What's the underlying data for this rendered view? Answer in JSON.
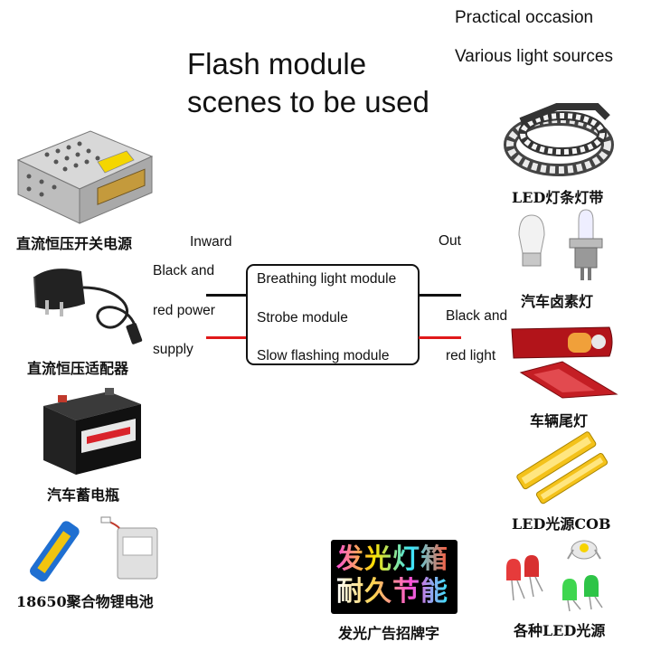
{
  "title": {
    "line1": "Flash module",
    "line2": "scenes to be used"
  },
  "header": {
    "line1": "Practical occasion",
    "line2": "Various light sources"
  },
  "input": {
    "heading": "Inward",
    "line1": "Black and",
    "line2": "red power",
    "line3": "supply"
  },
  "output": {
    "heading": "Out",
    "line1": "Black and",
    "line2": "red light"
  },
  "modules": [
    "Breathing light module",
    "Strobe module",
    "Slow flashing module"
  ],
  "sources_left": [
    {
      "caption": "直流恒压开关电源",
      "icon": "switching-power-supply-icon"
    },
    {
      "caption": "直流恒压适配器",
      "icon": "power-adapter-icon"
    },
    {
      "caption": "汽车蓄电瓶",
      "icon": "car-battery-icon"
    },
    {
      "caption": "18650聚合物锂电池",
      "icon": "lithium-battery-icon"
    }
  ],
  "lights_right": [
    {
      "caption": "LED灯条灯带",
      "icon": "led-strip-icon"
    },
    {
      "caption": "汽车卤素灯",
      "icon": "halogen-bulb-icon"
    },
    {
      "caption": "车辆尾灯",
      "icon": "tail-light-icon"
    },
    {
      "caption": "LED光源COB",
      "icon": "cob-led-icon"
    },
    {
      "caption": "各种LED光源",
      "icon": "led-diodes-icon"
    }
  ],
  "signboard": {
    "line1": "发光灯箱",
    "line2": "耐久节能",
    "caption": "发光广告招牌字",
    "icon": "lightbox-sign-icon"
  },
  "colors": {
    "black_wire": "#111111",
    "red_wire": "#e0191a"
  }
}
